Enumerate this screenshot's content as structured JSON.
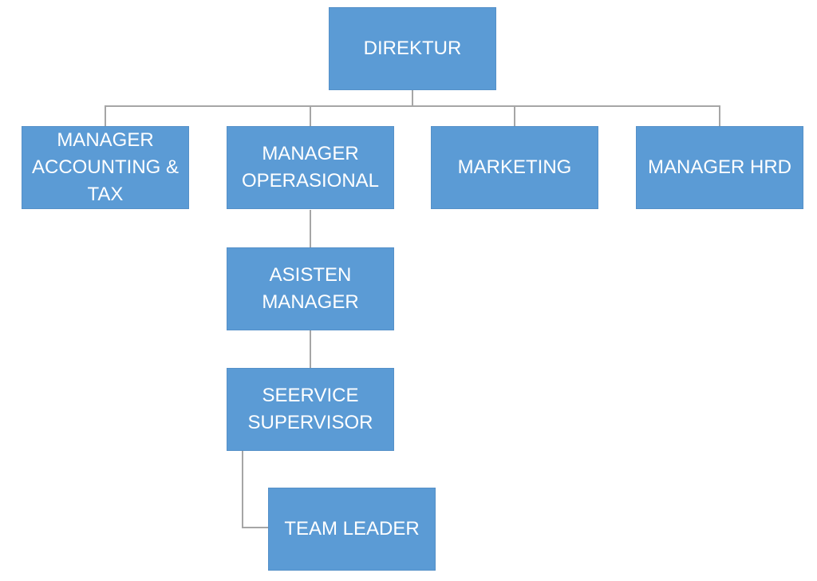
{
  "org_chart": {
    "root": "DIREKTUR",
    "level1": [
      "MANAGER ACCOUNTING & TAX",
      "MANAGER OPERASIONAL",
      "MARKETING",
      "MANAGER HRD"
    ],
    "operasional_chain": [
      "ASISTEN MANAGER",
      "SEERVICE SUPERVISOR",
      "TEAM LEADER"
    ]
  },
  "colors": {
    "box": "#5b9bd5",
    "text": "#ffffff",
    "connector": "#a6a6a6"
  }
}
